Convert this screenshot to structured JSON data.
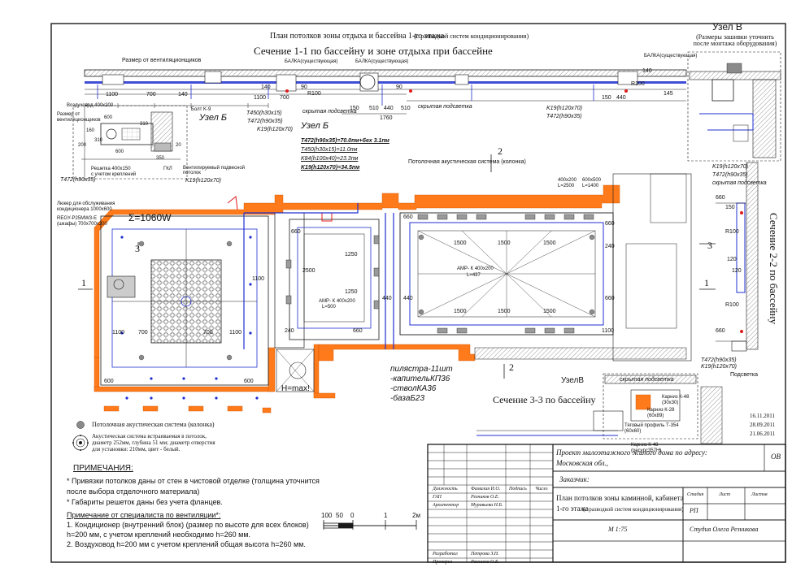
{
  "sheet": {
    "title": "План потолков зоны отдыха и бассейна 1-го этажа",
    "title_note": "(с разводкой систем кондиционирования)",
    "section_1_1": "Сечение 1-1 по бассейну и зоне отдыха при бассейне",
    "section_2_2": "Сечение 2-2 по бассейну",
    "section_3_3": "Сечение 3-3 по бассейну",
    "uzel_v_top": "Узел В",
    "uzel_v_note": "(Размеры зашивки уточнить после монтажа оборудования)",
    "uzel_b": "Узел Б",
    "uzel_b_small": "Узел Б",
    "uzel_v_bottom": "УзелВ"
  },
  "section_labels": {
    "vent_size": "Размер от вентиляционщиков",
    "beam_1": "БАЛКА(существующая)",
    "beam_2": "БАЛКА(существующая)",
    "beam_3": "БАЛКА(существующая)",
    "hidden_light_1": "скрытая подсветка",
    "hidden_light_2": "скрытая подсветка",
    "hidden_light_3": "скрытая подсветка",
    "podsvetka": "Подсветка",
    "t450": "T450(h30х15)",
    "t472_a": "T472(h90х35)",
    "k19_a": "K19(h120х70)",
    "k19_b": "K19(h120х70)",
    "t472_b": "T472(h90х35)",
    "k19_c": "K19(h120x70)",
    "t472_c": "T472(h90x35)",
    "dims_top": [
      "1100",
      "700",
      "140",
      "1100",
      "700",
      "140",
      "90",
      "150",
      "510",
      "440",
      "90",
      "150",
      "510",
      "440",
      "1760",
      "140",
      "R100",
      "R100",
      "145"
    ]
  },
  "detail_b": {
    "duct": "Воздуховод 400х200",
    "size_from": "Размер от",
    "size_from_2": "вентиляционщиков",
    "grille": "Решетка 400х150",
    "grille_2": "с учетом креплений",
    "gkl": "ГКЛ",
    "ventile": "Вентилируемый подвесной",
    "ventile_2": "потолок",
    "t472": "T472(h90x35)",
    "k19": "K19(h120x70)",
    "bolt": "Болт K-9",
    "dims": [
      "160",
      "310",
      "310",
      "600",
      "200",
      "350",
      "20",
      "600"
    ]
  },
  "legend_spec": {
    "hatch": "Люкер для обслуживания",
    "hatch_2": "кондиционера 1000х600",
    "unit": "REGY-P25MW3-E",
    "unit_2": "(шкафы)  700х700х200"
  },
  "materials": {
    "t472": "T472(h90x35)=70.0пм+бех 3.1пм",
    "t450": "T450(h30x15)=11.0пм",
    "k84": "K84(h100x40)=23.3пм",
    "k19": "K19(h120x70)=34.5пм"
  },
  "plan": {
    "power": "Σ=1060W",
    "acoustic_label": "Потолочная акустическая система (колонка)",
    "amp_1": "АМР- К 400х200",
    "amp_1b": "L=437",
    "amp_2": "АМР- К 400х200",
    "amp_2b": "L=500",
    "hmax": "H=max!",
    "pilasters": "пилястра-11шт",
    "capital": "-капительКП36",
    "trunk": "-стволКА36",
    "base": "-базаБ23",
    "axis_1": "1",
    "axis_2": "2",
    "axis_3": "3",
    "axis_1r": "1",
    "axis_2b": "2",
    "axis_3r": "3",
    "dims": [
      "1100",
      "700",
      "700",
      "1100",
      "600",
      "600",
      "660",
      "240",
      "2500",
      "1250",
      "1250",
      "660",
      "440",
      "1500",
      "1500",
      "1500",
      "660",
      "1500",
      "1500",
      "1500",
      "440",
      "660",
      "1100",
      "240",
      "660",
      "1100",
      "400х200",
      "600х500",
      "L=2500",
      "L=1400"
    ]
  },
  "section_22": {
    "k19": "K19(h120x70)",
    "t472": "T472(h90x35)",
    "hidden": "скрытая подсветка",
    "dims": [
      "150",
      "120",
      "120",
      "R100",
      "R100",
      "660",
      "660"
    ]
  },
  "section_33": {
    "kornice_1": "Карниз К-48",
    "kornice_1b": "(30х30)",
    "kornice_2": "Карниз К-28",
    "kornice_2b": "(60х89)",
    "profile": "Тяговый профиль Т-354",
    "profile_b": "(60х60)",
    "kornice_3": "Карниз К-48",
    "kornice_3b": "(ресурс357Н)"
  },
  "legend": {
    "item_1": "Потолочная акустическая система (колонка)",
    "item_2_a": "Акустическая система встраиваемая в потолок,",
    "item_2_b": "диаметр 252мм, глубина 51 мм; диаметр отверстия",
    "item_2_c": "для установки: 210мм, цвет - белый."
  },
  "notes": {
    "heading": "ПРИМЕЧАНИЯ:",
    "n1a": "* Привязки потолков даны от стен  в чистовой отделке (толщина уточнится",
    "n1b": "после выбора отделочного материала)",
    "n2": "* Габариты решеток даны без учета  фланцев.",
    "spec_heading": "Примечание от специалиста по вентиляции*:",
    "s1a": "1. Кондиционер (внутренний блок) (размер по высоте для всех блоков)",
    "s1b": "h=200 мм, с учетом креплений необходимо h=260 мм.",
    "s2": "2. Воздуховод h=200 мм с учетом креплений общая высота h=260 мм."
  },
  "scale": {
    "labels": [
      "100",
      "50",
      "0",
      "1",
      "2м"
    ]
  },
  "dates": [
    "16.11.2011",
    "28.09.2011",
    "21.06.2011"
  ],
  "stamp": {
    "project": "Проект малоэтажного жилого дома по адресу:",
    "region": "Московская обл.,",
    "code": "ОВ",
    "customer": "Заказчик:",
    "h_position": "Должность",
    "h_name": "Фамилия И.О.",
    "h_signature": "Подпись",
    "h_date": "Число",
    "gap": "ГАП",
    "gap_name": "Резников О.Е.",
    "arch": "Архитектор",
    "arch_name": "Муравьева Н.Б.",
    "developed": "Разработал",
    "developed_name": "Петрова З.Н.",
    "checked": "Проверил",
    "checked_name": "Резников О.Е.",
    "drawing_title": "План потолков зоны каминной, кабинета",
    "drawing_title_2": "1-го этажа",
    "drawing_title_note": "(с разводкой систем кондиционирования)",
    "stage_h": "Стадия",
    "sheet_h": "Лист",
    "sheets_h": "Листов",
    "stage": "РП",
    "scale": "М 1:75",
    "studio": "Студия Олега Резникова"
  },
  "colors": {
    "line": "#1a1a1a",
    "blue": "#1f2fd0",
    "orange": "#ff7a1a",
    "red": "#e01b1b",
    "grey": "#8a8a8a"
  }
}
